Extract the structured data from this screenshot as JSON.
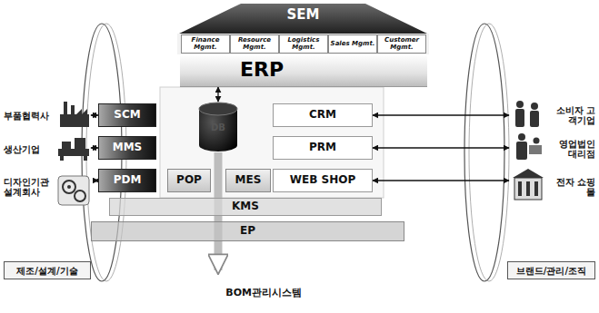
{
  "diagram": {
    "nodes": [
      {
        "text": [
          "SEM"
        ]
      },
      {
        "text": [
          "Finance Mgmt."
        ],
        "in": 0
      },
      {
        "text": [
          "Resource Mgmt."
        ],
        "in": 0
      },
      {
        "text": [
          "Logistics Mgmt."
        ],
        "in": 0
      },
      {
        "text": [
          "Sales Mgmt."
        ],
        "in": 0
      },
      {
        "text": [
          "Customer Mgmt."
        ],
        "in": 0
      },
      {
        "text": [
          "ERP"
        ]
      },
      {
        "text": [
          "부품협력사"
        ]
      },
      {
        "text": [
          "SCM"
        ]
      },
      {
        "text": [
          "DB"
        ]
      },
      {
        "text": [
          "CRM"
        ]
      },
      {
        "text": [
          "소비자 고객기업"
        ]
      },
      {
        "text": [
          "생산기업"
        ]
      },
      {
        "text": [
          "MMS"
        ]
      },
      {
        "text": [
          "PRM"
        ]
      },
      {
        "text": [
          "영업법인 대리점"
        ]
      },
      {
        "text": [
          "PDM"
        ]
      },
      {
        "text": [
          "POP"
        ]
      },
      {
        "text": [
          "MES"
        ]
      },
      {
        "text": [
          "WEB SHOP"
        ]
      },
      {
        "text": [
          "디자인기관 설계회사"
        ]
      },
      {
        "text": [
          "전자 쇼핑몰"
        ]
      },
      {
        "text": [
          "KMS"
        ]
      },
      {
        "text": [
          "EP"
        ]
      },
      {
        "text": [
          "제조/설계/기술"
        ]
      },
      {
        "text": [
          "브랜드/관리/조직"
        ]
      },
      {
        "text": [
          "BOM관리시스템"
        ]
      }
    ],
    "edges": [
      {
        "from": 7,
        "to": 8,
        "arrow": "both"
      },
      {
        "from": 12,
        "to": 13,
        "arrow": "both"
      },
      {
        "from": 20,
        "to": 16,
        "arrow": "both"
      },
      {
        "from": 10,
        "to": 11,
        "arrow": "both"
      },
      {
        "from": 14,
        "to": 15,
        "arrow": "both"
      },
      {
        "from": 19,
        "to": 21,
        "arrow": "both"
      },
      {
        "from": 6,
        "to": 9,
        "arrow": "both"
      },
      {
        "from": 9,
        "to": 26,
        "arrow": "to"
      }
    ]
  }
}
